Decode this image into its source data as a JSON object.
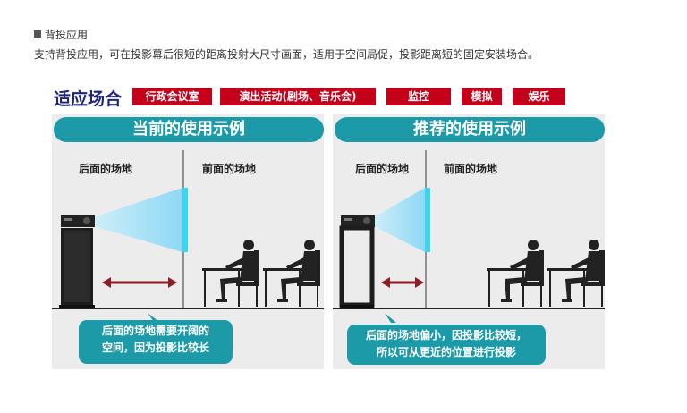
{
  "section": {
    "title": "背投应用",
    "description": "支持背投应用，可在投影幕后很短的距离投射大尺寸画面，适用于空间局促，投影距离短的固定安装场合。"
  },
  "applications": {
    "title": "适应场合",
    "tags": [
      "行政会议室",
      "演出活动(剧场、音乐会)",
      "监控",
      "模拟",
      "娱乐"
    ],
    "tag_color": "#c4001a"
  },
  "panels": [
    {
      "title": "当前的使用示例",
      "rear_label": "后面的场地",
      "front_label": "前面的场地",
      "note_lines": [
        "后面的场地需要开阔的",
        "空间，因为投影比较长"
      ]
    },
    {
      "title": "推荐的使用示例",
      "rear_label": "后面的场地",
      "front_label": "前面的场地",
      "note_lines": [
        "后面的场地偏小，因投影比较短，",
        "所以可从更近的位置进行投影"
      ]
    }
  ],
  "colors": {
    "teal": "#1c9aa8",
    "screen": "#3ad6ef",
    "arrow": "#8a1e24",
    "navy": "#20247a"
  },
  "icons": [
    "projector-icon",
    "person-at-desk-icon",
    "double-arrow-icon"
  ]
}
